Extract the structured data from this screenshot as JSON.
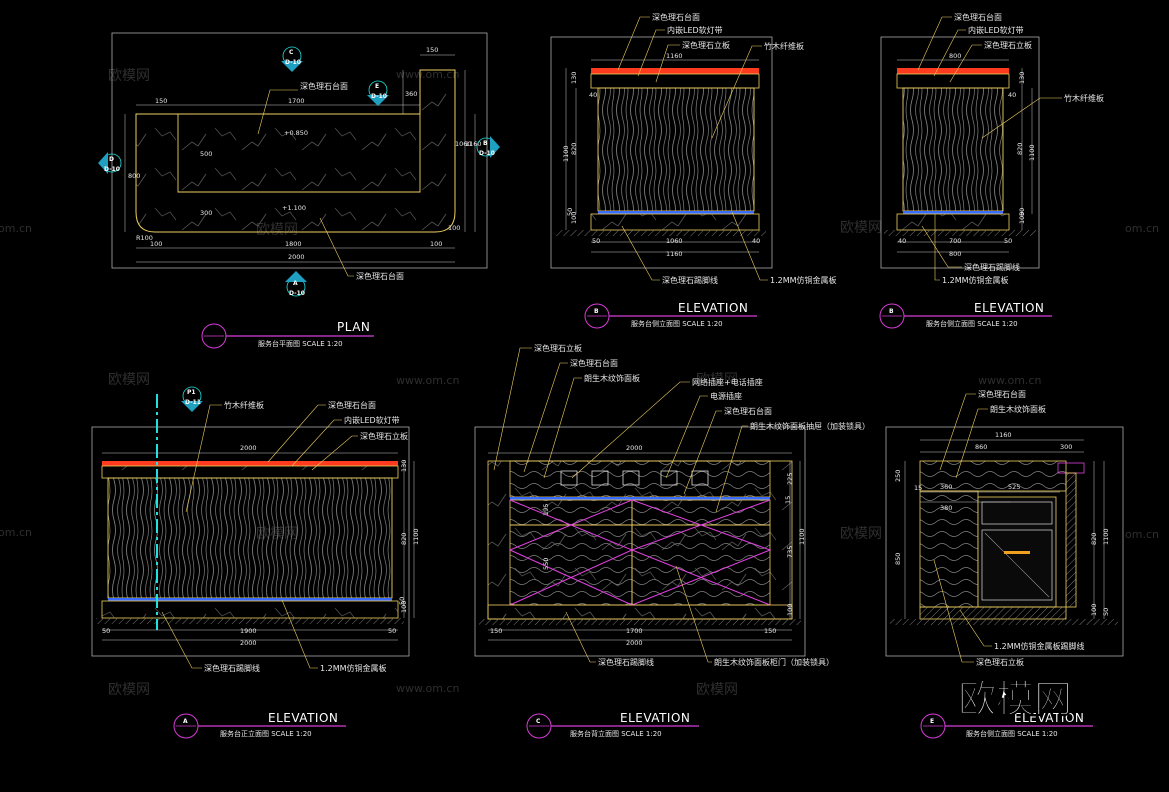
{
  "colors": {
    "outline": "#f0d060",
    "frame": "#aaaaaa",
    "dimension": "#c8c8c8",
    "leader": "#f0d060",
    "marble": "#555555",
    "led": "#ff3b1f",
    "metal": "#3a6cff",
    "title_line": "#d63cd6",
    "cross": "#e040e0",
    "section_line": "#20e0e0",
    "tag_fill": "#20a0c0"
  },
  "plan": {
    "title": "PLAN",
    "subtitle": "服务台平面图  SCALE  1:20",
    "tag": "",
    "labels": [
      "深色理石台面",
      "深色理石台面"
    ],
    "dims": {
      "top_150": "150",
      "left_150": "150",
      "w1700": "1700",
      "w1800": "1800",
      "w2000": "2000",
      "b100a": "100",
      "b100b": "100",
      "r100": "100",
      "r150": "150",
      "h500": "500",
      "h300": "300",
      "h800": "800",
      "h360": "360",
      "h1060": "1060",
      "h1160": "1160",
      "radius": "R100",
      "lev1": "+0.850",
      "lev2": "+1.100"
    },
    "markers": [
      {
        "letter": "C",
        "ref": "D-10"
      },
      {
        "letter": "E",
        "ref": "D-10"
      },
      {
        "letter": "D",
        "ref": "D-10"
      },
      {
        "letter": "B",
        "ref": "D-10"
      },
      {
        "letter": "A",
        "ref": "D-10"
      }
    ]
  },
  "elevB1": {
    "title": "ELEVATION",
    "subtitle": "服务台侧立面图  SCALE  1:20",
    "tag": "B",
    "labels": [
      "深色理石台面",
      "内嵌LED软灯带",
      "深色理石立板",
      "竹木纤维板",
      "深色理石踢脚线",
      "1.2MM仿铜金属板"
    ],
    "dims": {
      "top": "1160",
      "b50": "50",
      "b1060": "1060",
      "b40": "40",
      "b1160": "1160",
      "h1100": "1100",
      "h820": "820",
      "h130": "130",
      "h40": "40",
      "h100": "100",
      "h50": "50"
    }
  },
  "elevB2": {
    "title": "ELEVATION",
    "subtitle": "服务台侧立面图  SCALE  1:20",
    "tag": "B",
    "labels": [
      "深色理石台面",
      "内嵌LED软灯带",
      "深色理石立板",
      "竹木纤维板",
      "深色理石踢脚线",
      "1.2MM仿铜金属板"
    ],
    "dims": {
      "top": "800",
      "b40": "40",
      "b700": "700",
      "b50": "50",
      "b800": "800",
      "h1100": "1100",
      "h820": "820",
      "h130": "130",
      "h40": "40",
      "h100": "100",
      "h50": "50"
    }
  },
  "elevA": {
    "title": "ELEVATION",
    "subtitle": "服务台正立面图  SCALE  1:20",
    "tag": "A",
    "labels": [
      "竹木纤维板",
      "深色理石台面",
      "内嵌LED软灯带",
      "深色理石立板",
      "深色理石踢脚线",
      "1.2MM仿铜金属板"
    ],
    "section": {
      "letter": "P1",
      "ref": "D-11"
    },
    "dims": {
      "top": "2000",
      "b50a": "50",
      "b1900": "1900",
      "b50b": "50",
      "b2000": "2000",
      "h130": "130",
      "h820": "820",
      "h1100": "1100",
      "h100": "100",
      "h50": "50"
    }
  },
  "elevC": {
    "title": "ELEVATION",
    "subtitle": "服务台背立面图  SCALE  1:20",
    "tag": "C",
    "labels": [
      "深色理石立板",
      "深色理石台面",
      "朗生木纹饰面板",
      "网络插座+电话插座",
      "电源插座",
      "深色理石台面",
      "朗生木纹饰面板抽屉（加装锁具）",
      "深色理石踢脚线",
      "朗生木纹饰面板柜门（加装锁具）"
    ],
    "dims": {
      "top": "2000",
      "b150a": "150",
      "b1700": "1700",
      "b150b": "150",
      "b2000": "2000",
      "h225": "225",
      "h15": "15",
      "h735": "735",
      "h1100": "1100",
      "h100": "100",
      "i195": "195",
      "i550": "550"
    }
  },
  "elevE": {
    "title": "ELEVATION",
    "subtitle": "服务台侧立面图  SCALE  1:20",
    "tag": "E",
    "labels": [
      "深色理石台面",
      "朗生木纹饰面板",
      "1.2MM仿铜金属板踢脚线",
      "深色理石立板"
    ],
    "dims": {
      "top": "1160",
      "t860": "860",
      "t300": "300",
      "i360": "360",
      "i525": "525",
      "i380": "380",
      "h250": "250",
      "h850": "850",
      "h15": "15",
      "h820": "820",
      "h1100": "1100",
      "h100": "100",
      "h50": "50"
    }
  },
  "watermark": {
    "brand": "欧模网",
    "site": "www.om.cn",
    "partial_site": "om.cn"
  }
}
